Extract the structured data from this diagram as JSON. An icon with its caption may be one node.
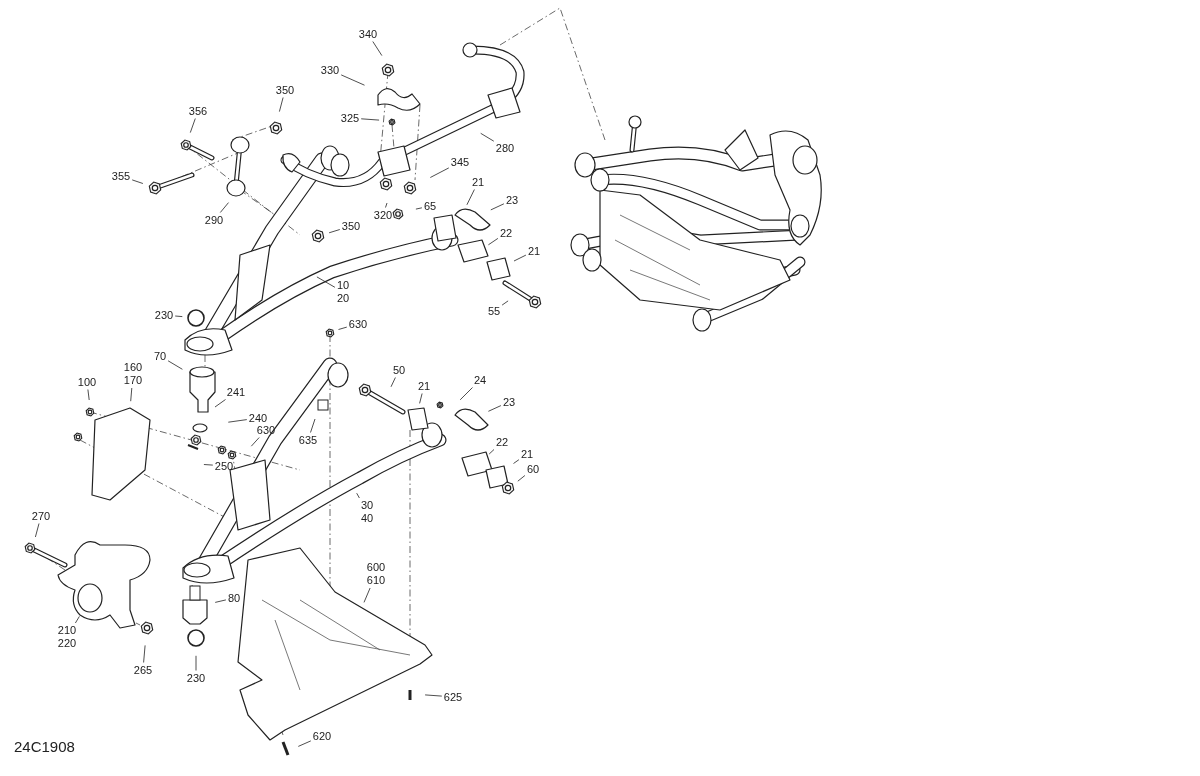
{
  "diagram": {
    "nodes": [
      {
        "text": [
          "340"
        ]
      },
      {
        "text": [
          "330"
        ]
      },
      {
        "text": [
          "325"
        ]
      },
      {
        "text": [
          "350"
        ]
      },
      {
        "text": [
          "356"
        ]
      },
      {
        "text": [
          "355"
        ]
      },
      {
        "text": [
          "290"
        ]
      },
      {
        "text": [
          "280"
        ]
      },
      {
        "text": [
          "345"
        ]
      },
      {
        "text": [
          "320"
        ]
      },
      {
        "text": [
          "65"
        ]
      },
      {
        "text": [
          "21"
        ]
      },
      {
        "text": [
          "23"
        ]
      },
      {
        "text": [
          "350"
        ]
      },
      {
        "text": [
          "22"
        ]
      },
      {
        "text": [
          "21"
        ]
      },
      {
        "text": [
          "10",
          "20"
        ]
      },
      {
        "text": [
          "55"
        ]
      },
      {
        "text": [
          "230"
        ]
      },
      {
        "text": [
          "630"
        ]
      },
      {
        "text": [
          "70"
        ]
      },
      {
        "text": [
          "160",
          "170"
        ]
      },
      {
        "text": [
          "100"
        ]
      },
      {
        "text": [
          "241"
        ]
      },
      {
        "text": [
          "240"
        ]
      },
      {
        "text": [
          "250"
        ]
      },
      {
        "text": [
          "630"
        ]
      },
      {
        "text": [
          "50"
        ]
      },
      {
        "text": [
          "21"
        ]
      },
      {
        "text": [
          "24"
        ]
      },
      {
        "text": [
          "23"
        ]
      },
      {
        "text": [
          "635"
        ]
      },
      {
        "text": [
          "22"
        ]
      },
      {
        "text": [
          "21"
        ]
      },
      {
        "text": [
          "60"
        ]
      },
      {
        "text": [
          "30",
          "40"
        ]
      },
      {
        "text": [
          "270"
        ]
      },
      {
        "text": [
          "600",
          "610"
        ]
      },
      {
        "text": [
          "80"
        ]
      },
      {
        "text": [
          "210",
          "220"
        ]
      },
      {
        "text": [
          "265"
        ]
      },
      {
        "text": [
          "230"
        ]
      },
      {
        "text": [
          "625"
        ]
      },
      {
        "text": [
          "620"
        ]
      }
    ],
    "edges": [
      {
        "from": 0,
        "to": null,
        "arrow": "none"
      },
      {
        "from": 1,
        "to": null,
        "arrow": "none"
      },
      {
        "from": 2,
        "to": null,
        "arrow": "none"
      },
      {
        "from": 3,
        "to": null,
        "arrow": "none"
      },
      {
        "from": 4,
        "to": null,
        "arrow": "none"
      },
      {
        "from": 5,
        "to": null,
        "arrow": "none"
      },
      {
        "from": 6,
        "to": null,
        "arrow": "none"
      },
      {
        "from": 7,
        "to": null,
        "arrow": "none"
      },
      {
        "from": 8,
        "to": null,
        "arrow": "none"
      },
      {
        "from": 9,
        "to": null,
        "arrow": "none"
      },
      {
        "from": 10,
        "to": null,
        "arrow": "none"
      },
      {
        "from": 11,
        "to": null,
        "arrow": "none"
      },
      {
        "from": 12,
        "to": null,
        "arrow": "none"
      },
      {
        "from": 13,
        "to": null,
        "arrow": "none"
      },
      {
        "from": 14,
        "to": null,
        "arrow": "none"
      },
      {
        "from": 15,
        "to": null,
        "arrow": "none"
      },
      {
        "from": 16,
        "to": null,
        "arrow": "none"
      },
      {
        "from": 17,
        "to": null,
        "arrow": "none"
      },
      {
        "from": 18,
        "to": null,
        "arrow": "none"
      },
      {
        "from": 19,
        "to": null,
        "arrow": "none"
      },
      {
        "from": 20,
        "to": null,
        "arrow": "none"
      },
      {
        "from": 21,
        "to": null,
        "arrow": "none"
      },
      {
        "from": 22,
        "to": null,
        "arrow": "none"
      },
      {
        "from": 23,
        "to": null,
        "arrow": "none"
      },
      {
        "from": 24,
        "to": null,
        "arrow": "none"
      },
      {
        "from": 25,
        "to": null,
        "arrow": "none"
      },
      {
        "from": 26,
        "to": null,
        "arrow": "none"
      },
      {
        "from": 27,
        "to": null,
        "arrow": "none"
      },
      {
        "from": 28,
        "to": null,
        "arrow": "none"
      },
      {
        "from": 29,
        "to": null,
        "arrow": "none"
      },
      {
        "from": 30,
        "to": null,
        "arrow": "none"
      },
      {
        "from": 31,
        "to": null,
        "arrow": "none"
      },
      {
        "from": 32,
        "to": null,
        "arrow": "none"
      },
      {
        "from": 33,
        "to": null,
        "arrow": "none"
      },
      {
        "from": 34,
        "to": null,
        "arrow": "none"
      },
      {
        "from": 35,
        "to": null,
        "arrow": "none"
      },
      {
        "from": 36,
        "to": null,
        "arrow": "none"
      },
      {
        "from": 37,
        "to": null,
        "arrow": "none"
      },
      {
        "from": 38,
        "to": null,
        "arrow": "none"
      },
      {
        "from": 39,
        "to": null,
        "arrow": "none"
      },
      {
        "from": 40,
        "to": null,
        "arrow": "none"
      },
      {
        "from": 41,
        "to": null,
        "arrow": "none"
      },
      {
        "from": 42,
        "to": null,
        "arrow": "none"
      },
      {
        "from": 43,
        "to": null,
        "arrow": "none"
      }
    ],
    "labels": [
      "24C1908"
    ]
  }
}
